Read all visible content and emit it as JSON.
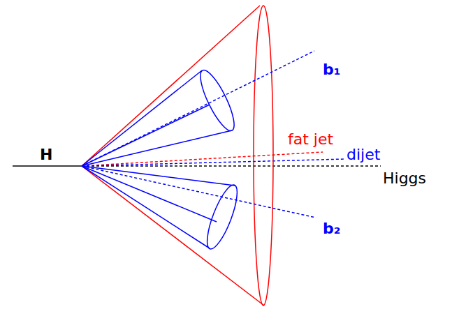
{
  "diagram": {
    "labels": [
      "H",
      "b₁",
      "fat jet",
      "dijet",
      "Higgs",
      "b₂"
    ]
  }
}
